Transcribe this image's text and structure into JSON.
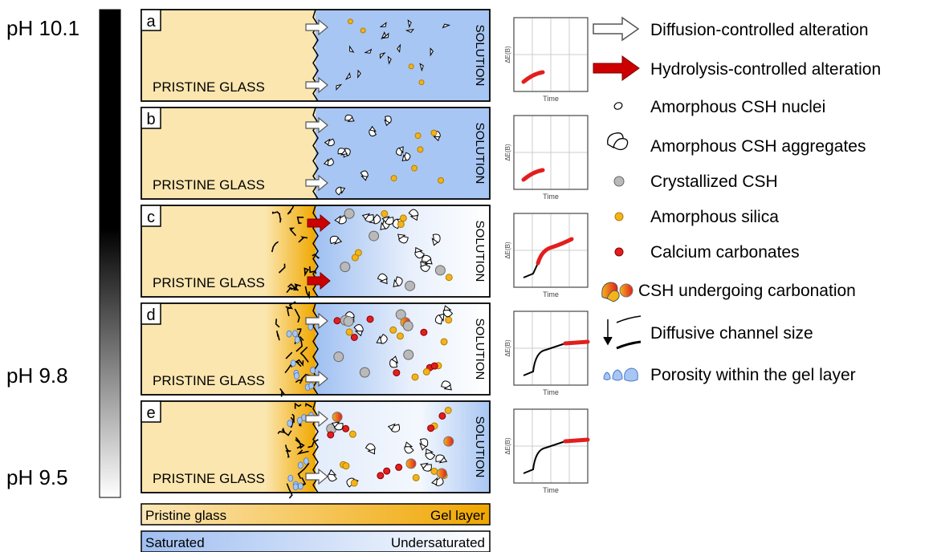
{
  "ph_labels": {
    "top": "pH 10.1",
    "middle": "pH 9.8",
    "bottom": "pH 9.5"
  },
  "panels": [
    {
      "letter": "a",
      "glass_label": "PRISTINE GLASS",
      "solution_label": "SOLUTION"
    },
    {
      "letter": "b",
      "glass_label": "PRISTINE GLASS",
      "solution_label": "SOLUTION"
    },
    {
      "letter": "c",
      "glass_label": "PRISTINE GLASS",
      "solution_label": "SOLUTION"
    },
    {
      "letter": "d",
      "glass_label": "PRISTINE GLASS",
      "solution_label": "SOLUTION"
    },
    {
      "letter": "e",
      "glass_label": "PRISTINE GLASS",
      "solution_label": "SOLUTION"
    }
  ],
  "mini_graph": {
    "ylabel": "ΔE(B)",
    "xlabel": "Time"
  },
  "gradient_bars": {
    "glass": {
      "left": "Pristine glass",
      "right": "Gel layer"
    },
    "solution": {
      "left": "Saturated",
      "right": "Undersaturated"
    }
  },
  "legend": [
    "Diffusion-controlled alteration",
    "Hydrolysis-controlled alteration",
    "Amorphous CSH nuclei",
    "Amorphous CSH aggregates",
    "Crystallized CSH",
    "Amorphous silica",
    "Calcium carbonates",
    "CSH undergoing carbonation",
    "Diffusive channel size",
    "Porosity within the gel layer"
  ],
  "colors": {
    "glass": "#fbe6b0",
    "gel": "#f0a800",
    "solution": "#a8c6f3",
    "silica": "#f3b41b",
    "carbonate": "#e21e1e",
    "crystal_csh": "#b9b9b9",
    "hydrolysis_arrow": "#cc0000"
  }
}
